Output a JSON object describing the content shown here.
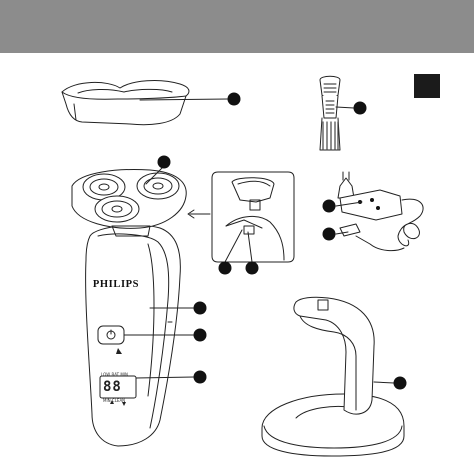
{
  "header": {
    "title": ""
  },
  "language_tab": {
    "label": ""
  },
  "product": {
    "brand": "PHILIPS",
    "display_digits": "88",
    "display_top_label": "LOW BAT MIN",
    "display_bottom_label": "MIN CLEAN"
  },
  "callouts": [
    {
      "id": "travel-cap",
      "label": ""
    },
    {
      "id": "brush",
      "label": ""
    },
    {
      "id": "shaving-unit",
      "label": ""
    },
    {
      "id": "adapter",
      "label": ""
    },
    {
      "id": "appliance-plug",
      "label": ""
    },
    {
      "id": "shaving-unit-release",
      "label": ""
    },
    {
      "id": "trimmer",
      "label": ""
    },
    {
      "id": "handle",
      "label": ""
    },
    {
      "id": "on-off-button",
      "label": ""
    },
    {
      "id": "display",
      "label": ""
    },
    {
      "id": "stand",
      "label": ""
    }
  ],
  "colors": {
    "header_band": "#8c8c8c",
    "language_tab": "#1b1b1b",
    "line_art": "#222222",
    "callout_dot": "#111111"
  }
}
